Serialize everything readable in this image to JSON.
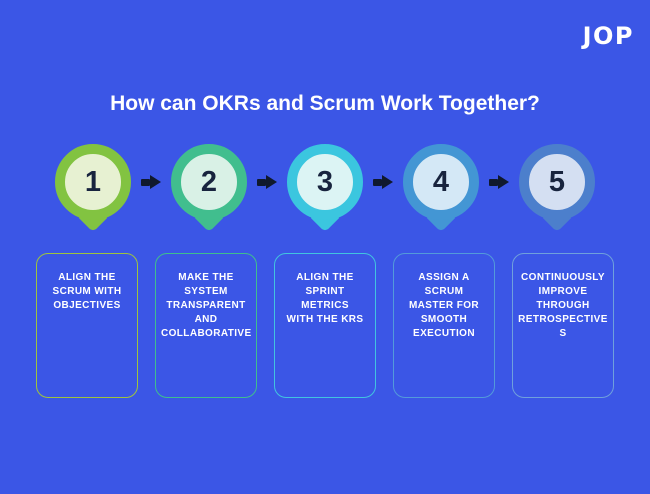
{
  "page": {
    "background_color": "#3B56E6",
    "title_color": "#FFFFFF",
    "number_color": "#18243E",
    "arrow_color": "#10192E"
  },
  "logo": {
    "text": "JOP"
  },
  "title": "How can OKRs and Scrum Work Together?",
  "steps": [
    {
      "number": "1",
      "ring_color": "#82C341",
      "inner_color": "#E7F1D2",
      "box_border_color": "#9EC43F",
      "label": "ALIGN THE\nSCRUM WITH\nOBJECTIVES"
    },
    {
      "number": "2",
      "ring_color": "#41BE8E",
      "inner_color": "#D9F1E6",
      "box_border_color": "#3FBE8F",
      "label": "MAKE THE\nSYSTEM\nTRANSPARENT\nAND\nCOLLABORATIVE"
    },
    {
      "number": "3",
      "ring_color": "#3BC6DF",
      "inner_color": "#DCF4F4",
      "box_border_color": "#41C4E0",
      "label": "ALIGN THE\nSPRINT METRICS\nWITH THE KRS"
    },
    {
      "number": "4",
      "ring_color": "#4396D4",
      "inner_color": "#D4E8F6",
      "box_border_color": "#539ADA",
      "label": "ASSIGN A SCRUM\nMASTER FOR\nSMOOTH\nEXECUTION"
    },
    {
      "number": "5",
      "ring_color": "#4C7FCC",
      "inner_color": "#D4DFF2",
      "box_border_color": "#6FA0DC",
      "label": "CONTINUOUSLY\nIMPROVE\nTHROUGH\nRETROSPECTIVE\nS"
    }
  ]
}
